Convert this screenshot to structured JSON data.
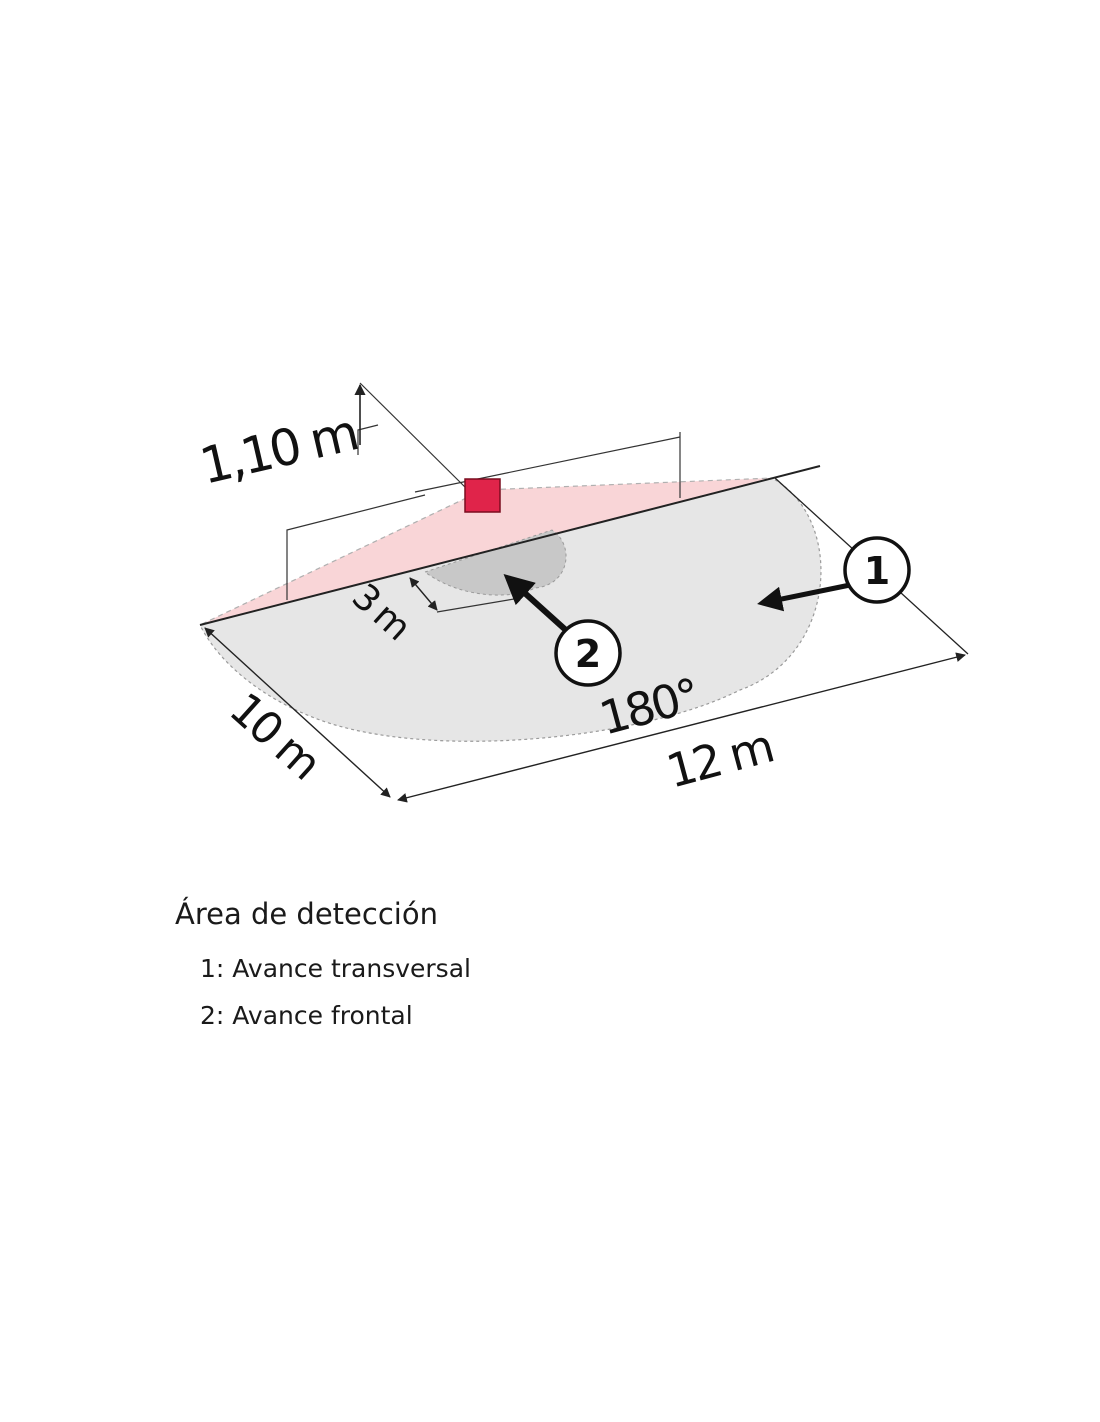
{
  "diagram": {
    "height_label": "1,10 m",
    "near_zone_label": "3 m",
    "depth_label": "10 m",
    "width_label": "12 m",
    "angle_label": "180°",
    "badge_1": "1",
    "badge_2": "2",
    "colors": {
      "sensor": "#e0244a",
      "beam": "#f9d5d7",
      "detection_area": "#e6e6e6",
      "near_zone": "#c8c8c8",
      "line": "#222222"
    }
  },
  "legend": {
    "title": "Área de detección",
    "items": [
      "1: Avance transversal",
      "2: Avance frontal"
    ]
  }
}
